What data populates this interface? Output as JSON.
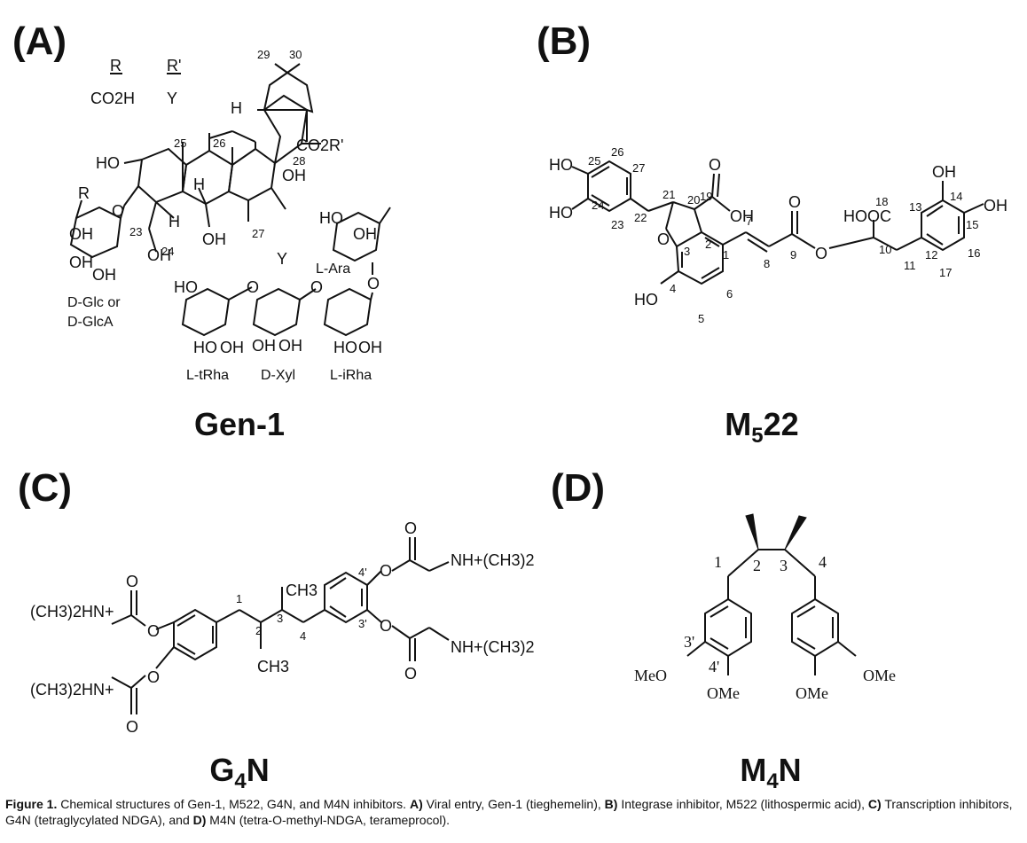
{
  "panels": [
    {
      "letter": "(A)",
      "name": "Gen-1",
      "header_r": "R",
      "header_rp": "R'",
      "row_r": "CO2H",
      "row_rp": "Y",
      "sugar_left_1": "D-Glc or",
      "sugar_left_2": "D-GlcA",
      "y_label": "Y",
      "ara": "L-Ara",
      "trha": "L-tRha",
      "xyl": "D-Xyl",
      "irha": "L-iRha",
      "co2r": "CO2R'",
      "numbers": [
        "29",
        "30",
        "25",
        "26",
        "28",
        "27",
        "23",
        "24"
      ]
    },
    {
      "letter": "(B)",
      "name_main": "M",
      "name_sub": "5",
      "name_tail": "22",
      "numbers": [
        "25",
        "26",
        "27",
        "24",
        "23",
        "22",
        "21",
        "20",
        "19",
        "3",
        "2",
        "1",
        "4",
        "5",
        "6",
        "7",
        "8",
        "9",
        "18",
        "10",
        "11",
        "12",
        "13",
        "14",
        "15",
        "16",
        "17"
      ]
    },
    {
      "letter": "(C)",
      "name_main": "G",
      "name_sub": "4",
      "name_tail": "N",
      "amine_left": "(CH3)2HN+",
      "amine_right": "NH+(CH3)2",
      "methyl": "CH3",
      "numbers": [
        "1",
        "2",
        "3",
        "4",
        "4'",
        "3'"
      ]
    },
    {
      "letter": "(D)",
      "name_main": "M",
      "name_sub": "4",
      "name_tail": "N",
      "ome": "OMe",
      "meo": "MeO",
      "numbers": [
        "1",
        "2",
        "3",
        "4",
        "3'",
        "4'"
      ]
    }
  ],
  "caption": {
    "lead": "Figure 1.",
    "text_1": " Chemical structures of Gen-1, M522, G4N, and M4N inhibitors. ",
    "a": "A)",
    "text_2": " Viral entry, Gen-1 (tieghemelin), ",
    "b": "B)",
    "text_3": " Integrase inhibitor, M522 (lithospermic acid), ",
    "c": "C)",
    "text_4": " Transcription inhibitors, G4N (tetraglycylated NDGA), and ",
    "d": "D)",
    "text_5": " M4N (tetra-O-methyl-NDGA, terameprocol)."
  }
}
